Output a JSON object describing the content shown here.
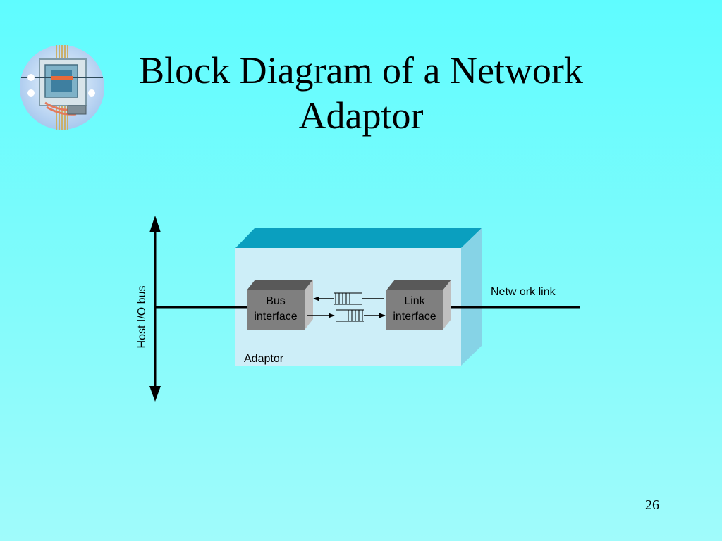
{
  "slide": {
    "title_line1": "Block Diagram of a Network",
    "title_line2": "Adaptor",
    "page_number": "26"
  },
  "diagram": {
    "host_bus_label": "Host I/O bus",
    "adaptor_label": "Adaptor",
    "bus_interface_line1": "Bus",
    "bus_interface_line2": "interface",
    "link_interface_line1": "Link",
    "link_interface_line2": "interface",
    "network_link_label": "Netw ork link"
  },
  "colors": {
    "background": "#6ffcff",
    "adaptor_front": "#cdeef8",
    "adaptor_top": "#0a9fbf",
    "adaptor_side": "#86d3e6",
    "interface_front": "#7f7f7f",
    "interface_top": "#595959",
    "interface_side": "#bfbfbf"
  },
  "icons": {
    "logo": "circuit-globe-logo-icon"
  }
}
